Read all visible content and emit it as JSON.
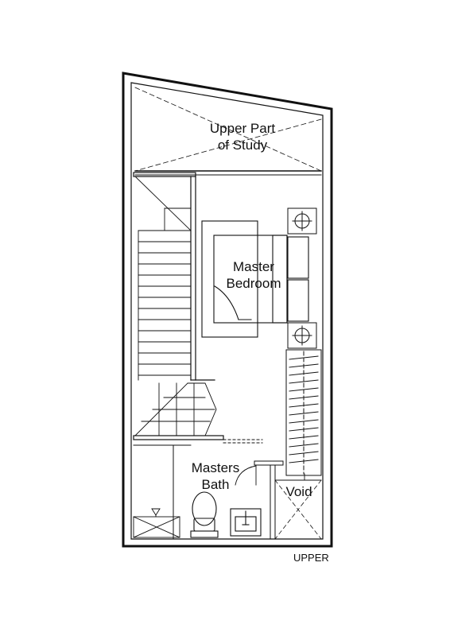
{
  "rooms": {
    "upper_study_line1": "Upper Part",
    "upper_study_line2": "of Study",
    "master_bedroom_line1": "Master",
    "master_bedroom_line2": "Bedroom",
    "master_bath_line1": "Masters",
    "master_bath_line2": "Bath",
    "void": "Void"
  },
  "level_label": "UPPER"
}
